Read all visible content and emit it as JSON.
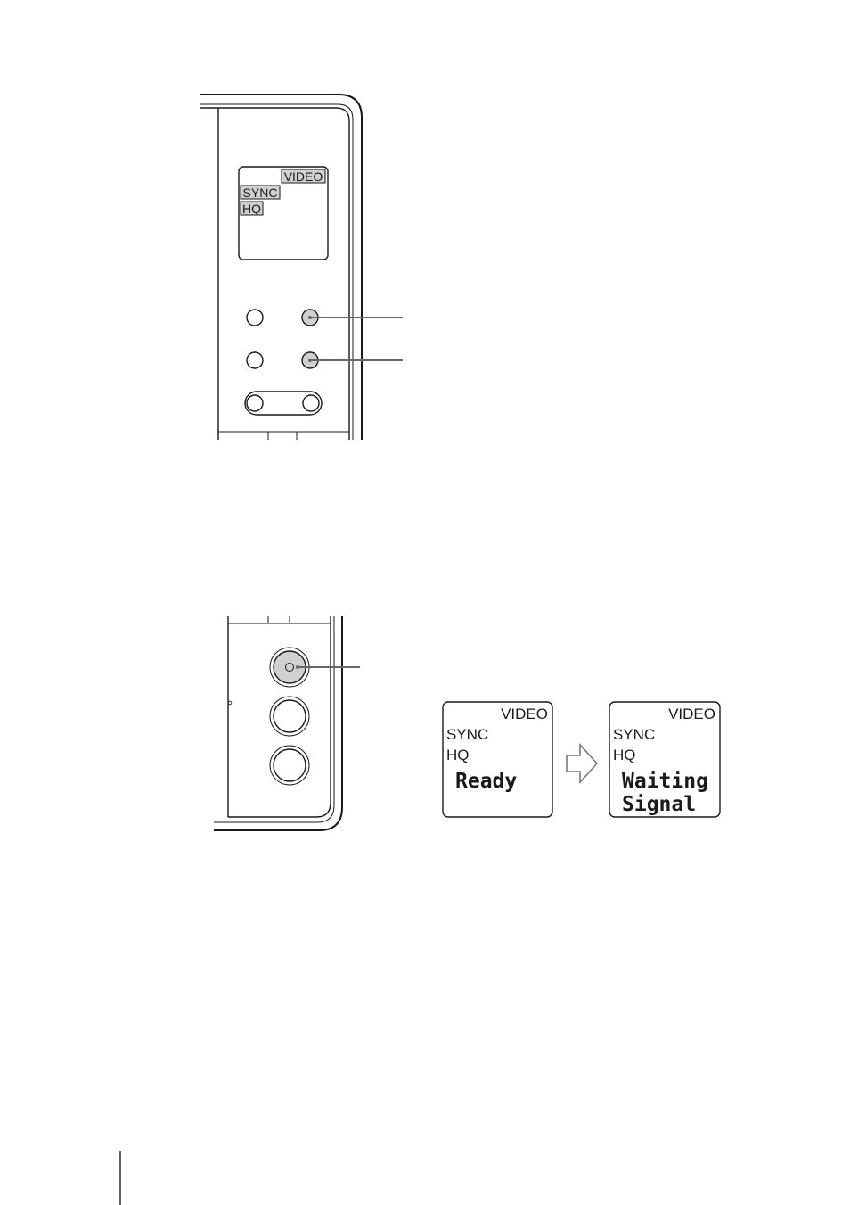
{
  "diagram_top": {
    "display": {
      "video": "VIDEO",
      "sync": "SYNC",
      "hq": "HQ"
    }
  },
  "diagram_bottom": {
    "display_before": {
      "video": "VIDEO",
      "sync": "SYNC",
      "hq": "HQ",
      "message": "Ready"
    },
    "display_after": {
      "video": "VIDEO",
      "sync": "SYNC",
      "hq": "HQ",
      "message_line1": "Waiting",
      "message_line2": "Signal"
    }
  },
  "colors": {
    "ink": "#1a1a1a",
    "highlight_fill": "#d0d0d0",
    "arrow_stroke": "#7a7a7a",
    "callout_line": "#666666"
  }
}
